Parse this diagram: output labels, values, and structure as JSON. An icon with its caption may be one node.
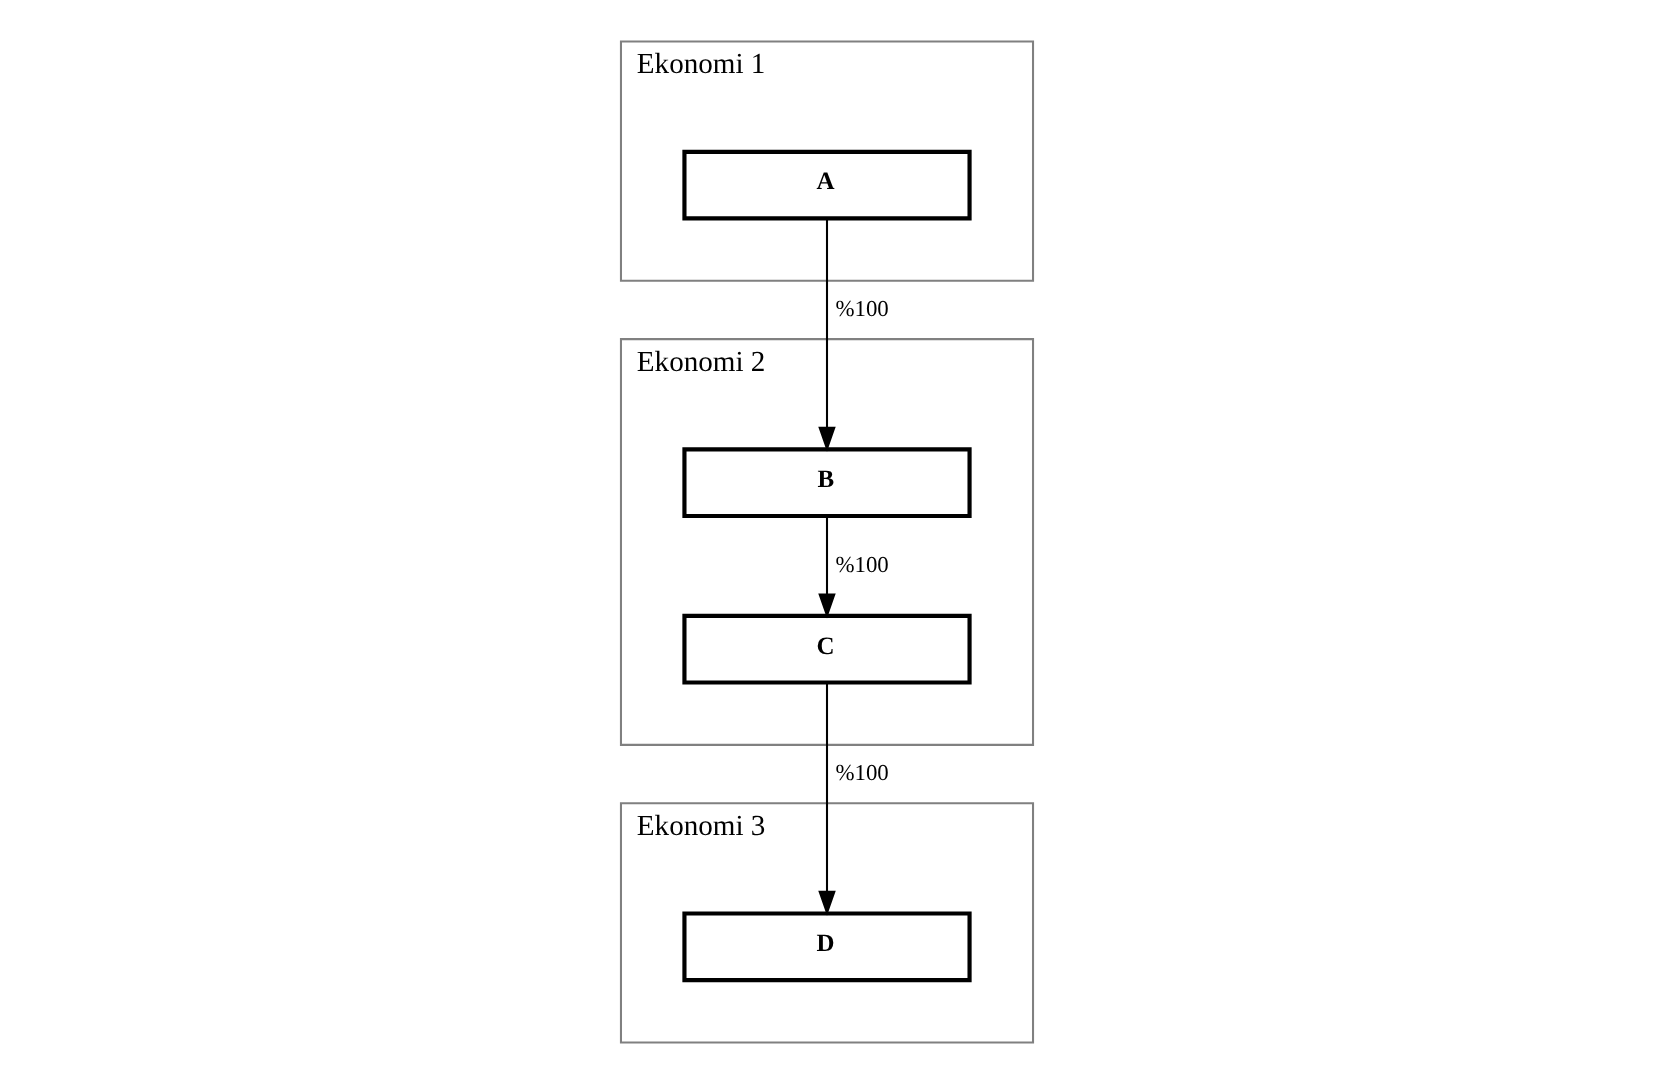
{
  "diagram": {
    "nodes": [
      {
        "text": [
          "Ekonomi 1"
        ]
      },
      {
        "text": [
          "A"
        ],
        "in": 0
      },
      {
        "text": [
          "Ekonomi 2"
        ]
      },
      {
        "text": [
          "B"
        ],
        "in": 2
      },
      {
        "text": [
          "C"
        ],
        "in": 2
      },
      {
        "text": [
          "Ekonomi 3"
        ]
      },
      {
        "text": [
          "D"
        ],
        "in": 5
      }
    ],
    "edges": [
      {
        "from": 1,
        "to": 3,
        "arrow": "to",
        "label": "%100"
      },
      {
        "from": 3,
        "to": 4,
        "arrow": "to",
        "label": "%100"
      },
      {
        "from": 4,
        "to": 6,
        "arrow": "to",
        "label": "%100"
      }
    ]
  }
}
